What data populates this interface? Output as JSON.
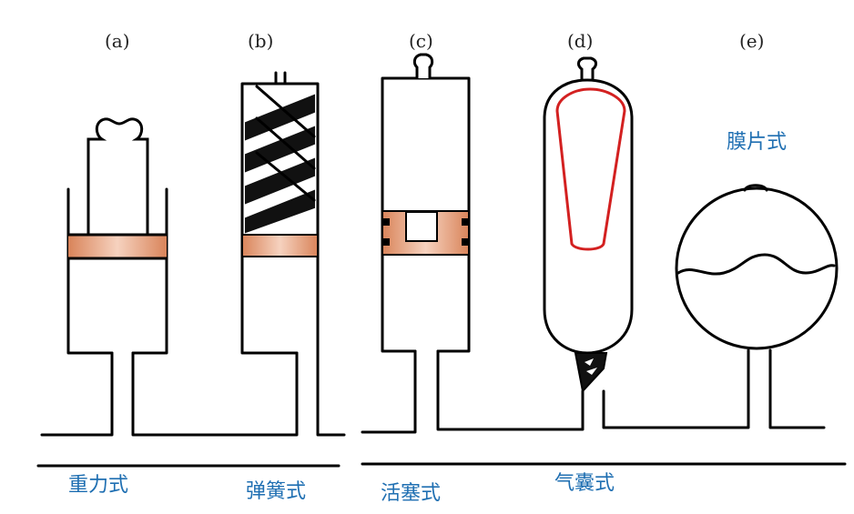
{
  "panels": {
    "a": {
      "label": "(a)"
    },
    "b": {
      "label": "(b)"
    },
    "c": {
      "label": "(c)"
    },
    "d": {
      "label": "(d)"
    },
    "e": {
      "label": "(e)"
    }
  },
  "types": {
    "gravity": "重力式",
    "spring": "弹簧式",
    "piston": "活塞式",
    "bladder": "气囊式",
    "diaphragm": "膜片式"
  },
  "colors": {
    "piston_fill": "#e9a07c",
    "bladder_outline": "#d32020",
    "label_blue": "#1f6fb2",
    "line": "#000000"
  }
}
